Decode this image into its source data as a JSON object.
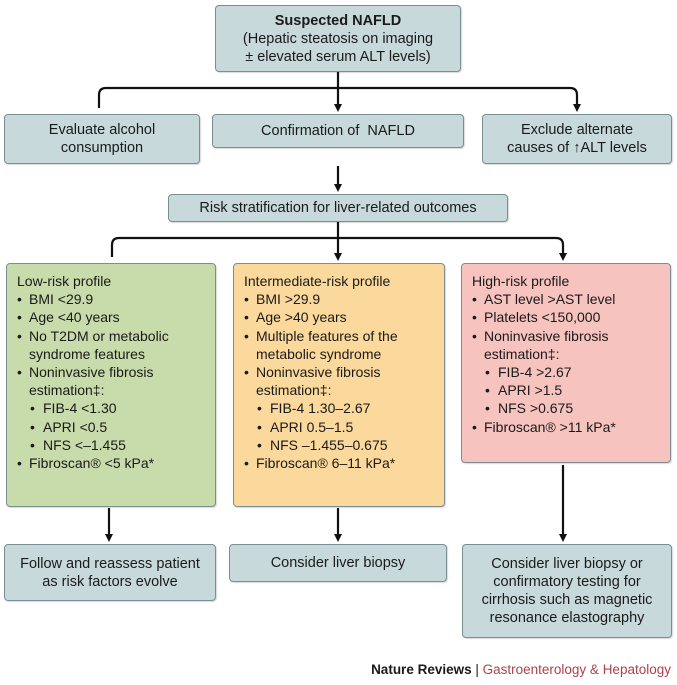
{
  "top_box": {
    "title": "Suspected NAFLD",
    "line2": "(Hepatic steatosis on imaging",
    "line3": "± elevated serum ALT levels)"
  },
  "second_row": {
    "left": [
      "Evaluate alcohol",
      "consumption"
    ],
    "center": [
      "Confirmation of  NAFLD"
    ],
    "right": [
      "Exclude alternate",
      "causes of ↑ALT levels"
    ]
  },
  "risk_box": "Risk stratification for liver-related outcomes",
  "profiles": {
    "low": {
      "title": "Low-risk profile",
      "items": [
        {
          "text": "BMI <29.9",
          "sub": false
        },
        {
          "text": "Age <40 years",
          "sub": false
        },
        {
          "text": "No T2DM or metabolic syndrome features",
          "sub": false
        },
        {
          "text": "Noninvasive fibrosis estimation‡:",
          "sub": false
        },
        {
          "text": "FIB-4 <1.30",
          "sub": true
        },
        {
          "text": "APRI <0.5",
          "sub": true
        },
        {
          "text": "NFS <–1.455",
          "sub": true
        },
        {
          "text": "Fibroscan® <5 kPa*",
          "sub": false
        }
      ]
    },
    "mid": {
      "title": "Intermediate-risk profile",
      "items": [
        {
          "text": "BMI >29.9",
          "sub": false
        },
        {
          "text": "Age >40 years",
          "sub": false
        },
        {
          "text": "Multiple features of the metabolic syndrome",
          "sub": false
        },
        {
          "text": "Noninvasive fibrosis estimation‡:",
          "sub": false
        },
        {
          "text": "FIB-4 1.30–2.67",
          "sub": true
        },
        {
          "text": "APRI 0.5–1.5",
          "sub": true
        },
        {
          "text": "NFS –1.455–0.675",
          "sub": true
        },
        {
          "text": "Fibroscan® 6–11 kPa*",
          "sub": false
        }
      ]
    },
    "high": {
      "title": "High-risk profile",
      "items": [
        {
          "text": "AST level >AST level",
          "sub": false
        },
        {
          "text": "Platelets <150,000",
          "sub": false
        },
        {
          "text": "Noninvasive fibrosis estimation‡:",
          "sub": false
        },
        {
          "text": "FIB-4 >2.67",
          "sub": true
        },
        {
          "text": "APRI >1.5",
          "sub": true
        },
        {
          "text": "NFS >0.675",
          "sub": true
        },
        {
          "text": "Fibroscan® >11 kPa*",
          "sub": false
        }
      ]
    }
  },
  "outcomes": {
    "low": [
      "Follow and reassess patient",
      "as risk factors evolve"
    ],
    "mid": [
      "Consider liver biopsy"
    ],
    "high": [
      "Consider liver biopsy or",
      "confirmatory testing for",
      "cirrhosis such as magnetic",
      "resonance elastography"
    ]
  },
  "footer": {
    "journal": "Nature Reviews",
    "separator": " | ",
    "section": "Gastroenterology & Hepatology"
  },
  "colors": {
    "box_blue": "#c8d9dc",
    "low_green": "#c8dcab",
    "mid_orange": "#fbd99c",
    "high_red": "#f6c3bf",
    "footer_accent": "#b0404a"
  }
}
